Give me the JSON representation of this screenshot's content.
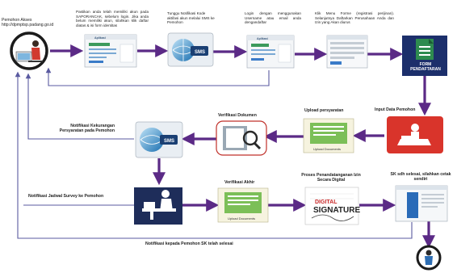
{
  "nodes": {
    "applicant": {
      "label": "Pemohon Akses http://dpmptsp.padang.go.id"
    },
    "register": {
      "label": "Pastikan anda telah memiliki akun pada SAPORANCAK, sebelum login. Jika anda belum memiliki akun, silahkan klik daftar diatas & isi form identitas",
      "app_title": "Aplikasi"
    },
    "sms_notify": {
      "label": "Tunggu Notifikasi Kode aktifasi akun melalui SMS ke Pemohon",
      "sms": "SMS"
    },
    "login": {
      "label": "Login dengan menggunakan Username atau email anda dengandaftar",
      "app_title": "Aplikasi"
    },
    "menu_form": {
      "label": "Klik Menu Forme (registrasi perijinan). Selanjutnya Daftarkan Perusahaan Anda dan Izin yang Akan diurus"
    },
    "form_icon": {
      "label": "FORM PENDAFTARAN"
    },
    "input_data": {
      "label": "Input Data Pemohon"
    },
    "upload": {
      "label": "Upload persyaratan",
      "doc_caption": "Upload Documents"
    },
    "verify_docs": {
      "label": "Verifikasi Dokumen"
    },
    "notify_lack": {
      "label": "Notifikasi Kekurangan Persyaratan pada Pemohon",
      "sms": "SMS"
    },
    "notify_survey": {
      "label": "Notifikasi Jadwal Survey ke Pemohon"
    },
    "final_verify": {
      "label": "Verifikasi Akhir",
      "doc_caption": "Upload Documents"
    },
    "signing": {
      "label": "Proses Penandatanganan Izin Secara Digital",
      "sig_top": "DIGITAL",
      "sig_main": "SIGNATURE"
    },
    "sk_done": {
      "label": "SK sdh selesai, silahkan cetak sendiri"
    },
    "notify_finish": {
      "label": "Notifikasi kepada Pemohon SK telah selesai"
    }
  },
  "colors": {
    "arrow": "#5b2a86",
    "return_line": "#5a5aa0",
    "form_green": "#2e8b4f",
    "form_navy": "#1c2f6b",
    "input_red": "#d9342b",
    "sms_blue": "#1a6fb0",
    "verify_red": "#c0302a",
    "signature_red": "#c92a2a"
  }
}
